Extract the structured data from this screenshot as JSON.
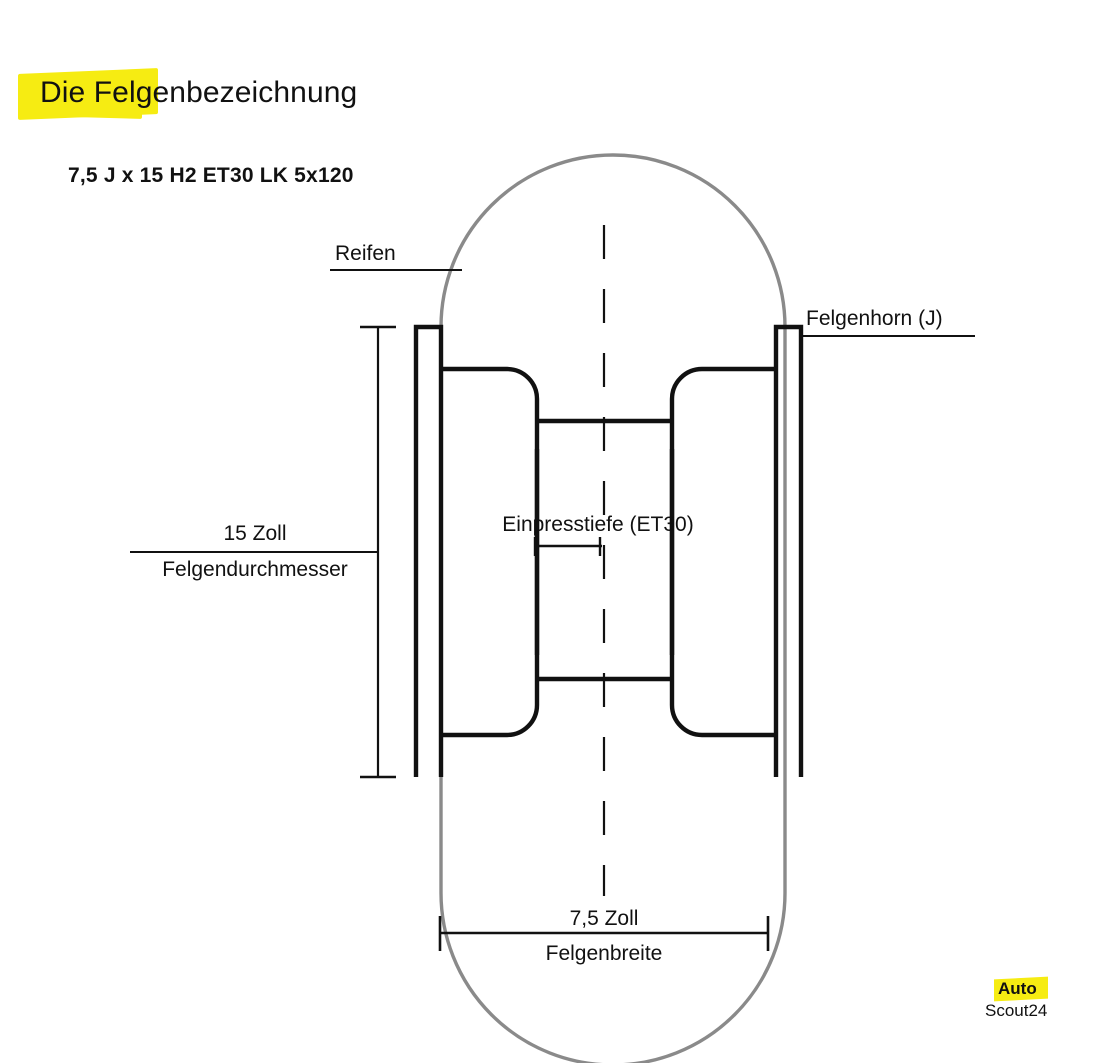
{
  "page": {
    "title": "Die Felgenbezeichnung",
    "spec_line": "7,5 J x 15 H2 ET30 LK 5x120",
    "background_color": "#ffffff",
    "highlight_color": "#f6ec12",
    "ink_color": "#111111",
    "tire_outline_color": "#8a8a8a"
  },
  "diagram": {
    "name": "wheel-rim-cross-section",
    "labels": {
      "tire": "Reifen",
      "rim_flange": "Felgenhorn (J)",
      "offset": "Einpresstiefe (ET30)",
      "diameter_value": "15 Zoll",
      "diameter_name": "Felgendurchmesser",
      "width_value": "7,5 Zoll",
      "width_name": "Felgenbreite"
    }
  },
  "measurements": {
    "rim_width_inch": "7,5",
    "rim_diameter_inch": "15",
    "flange_profile": "J",
    "hump_type": "H2",
    "offset_mm": "ET30",
    "bolt_pattern": "LK 5x120"
  },
  "watermark": {
    "brand_top": "Auto",
    "brand_bottom": "Scout24"
  }
}
